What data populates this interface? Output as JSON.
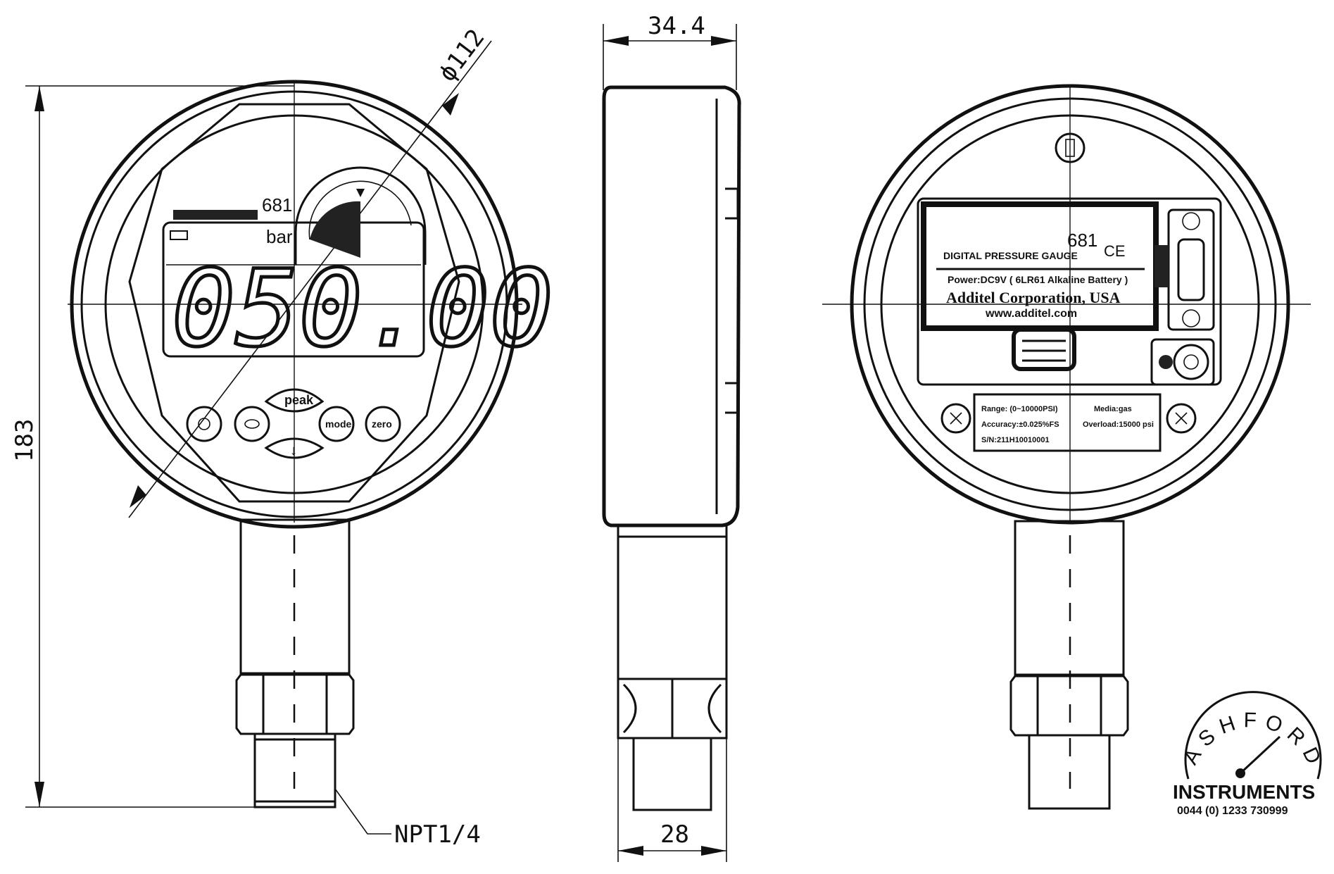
{
  "dimensions": {
    "outer_diameter": "ϕ112",
    "overall_height": "183",
    "case_depth": "34.4",
    "stem_width": "28",
    "thread": "NPT1/4"
  },
  "front_display": {
    "model": "681",
    "unit": "bar",
    "reading": "050.00",
    "buttons": [
      "peak",
      "",
      "mode",
      "zero"
    ]
  },
  "rear_label": {
    "model": "681",
    "product": "DIGITAL PRESSURE GAUGE",
    "mark": "CE",
    "power": "Power:DC9V ( 6LR61 Alkaline Battery )",
    "company": "Additel Corporation, USA",
    "website": "www.additel.com"
  },
  "spec_plate": {
    "range": "Range: (0~10000PSI)",
    "media": "Media:gas",
    "accuracy": "Accuracy:±0.025%FS",
    "overload": "Overload:15000 psi",
    "serial": "S/N:211H10010001"
  },
  "stamp": {
    "arc_text": "ASHFORD",
    "name": "INSTRUMENTS",
    "phone": "0044 (0) 1233 730999"
  }
}
